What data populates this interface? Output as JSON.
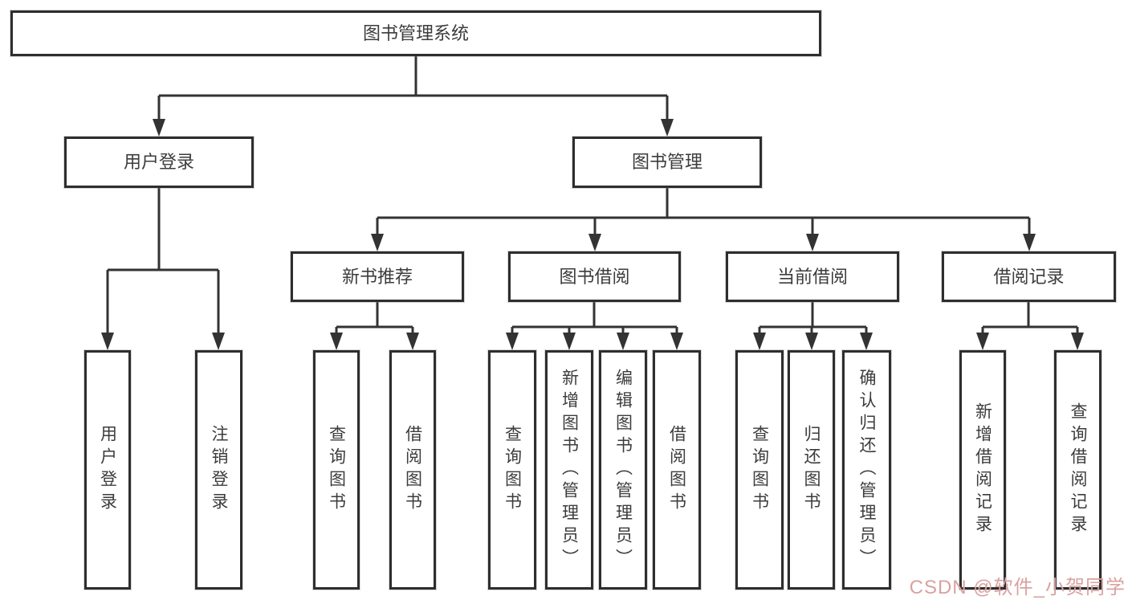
{
  "diagram": {
    "type": "hierarchy-tree",
    "title": "图书管理系统",
    "nodes": {
      "root": {
        "label": "图书管理系统",
        "children": [
          "user-login",
          "book-management"
        ]
      },
      "user-login": {
        "label": "用户登录",
        "children": [
          "user-login-leaf",
          "logout-leaf"
        ]
      },
      "book-management": {
        "label": "图书管理",
        "children": [
          "new-book-recommend",
          "book-borrowing",
          "current-borrowing",
          "borrowing-records"
        ]
      },
      "user-login-leaf": {
        "label": "用户登录"
      },
      "logout-leaf": {
        "label": "注销登录"
      },
      "new-book-recommend": {
        "label": "新书推荐",
        "children": [
          "nbr-query-books",
          "nbr-borrow-books"
        ]
      },
      "book-borrowing": {
        "label": "图书借阅",
        "children": [
          "bb-query-books",
          "bb-add-books-admin",
          "bb-edit-books-admin",
          "bb-borrow-books"
        ]
      },
      "current-borrowing": {
        "label": "当前借阅",
        "children": [
          "cb-query-books",
          "cb-return-books",
          "cb-confirm-return-admin"
        ]
      },
      "borrowing-records": {
        "label": "借阅记录",
        "children": [
          "br-add-record",
          "br-query-record"
        ]
      },
      "nbr-query-books": {
        "label": "查询图书"
      },
      "nbr-borrow-books": {
        "label": "借阅图书"
      },
      "bb-query-books": {
        "label": "查询图书"
      },
      "bb-add-books-admin": {
        "label": "新增图书（管理员）"
      },
      "bb-edit-books-admin": {
        "label": "编辑图书（管理员）"
      },
      "bb-borrow-books": {
        "label": "借阅图书"
      },
      "cb-query-books": {
        "label": "查询图书"
      },
      "cb-return-books": {
        "label": "归还图书"
      },
      "cb-confirm-return-admin": {
        "label": "确认归还（管理员）"
      },
      "br-add-record": {
        "label": "新增借阅记录"
      },
      "br-query-record": {
        "label": "查询借阅记录"
      }
    },
    "colors": {
      "line": "#333333",
      "box_border": "#2e2e2e",
      "box_background": "#ffffff",
      "text": "#3c3c3c"
    }
  },
  "watermark": {
    "text": "CSDN @软件_小贺同学",
    "color": "#d9a2a0"
  }
}
